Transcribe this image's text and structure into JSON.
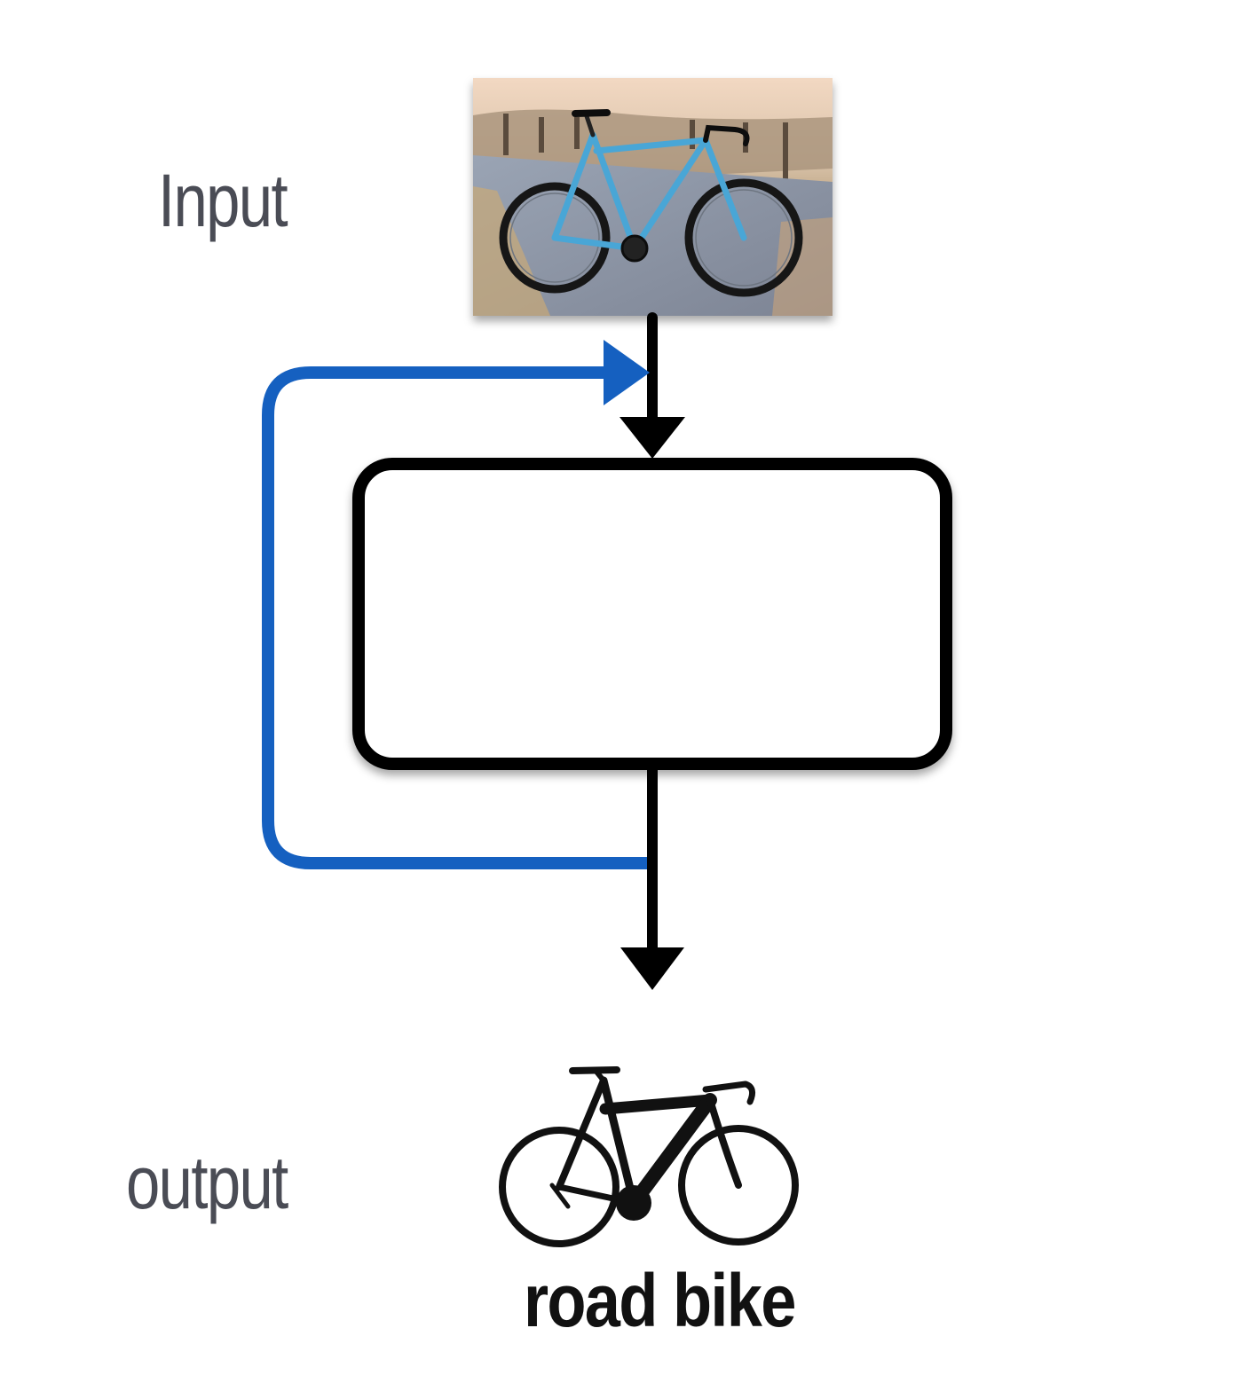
{
  "labels": {
    "input": "Input",
    "output": "output",
    "caption": "road bike"
  },
  "icons": {
    "input_image": "bicycle-photo",
    "output_icon": "bicycle-icon"
  },
  "colors": {
    "feedback_arrow": "#1560c0",
    "flow_arrow": "#000000",
    "label_text": "#4a4c55",
    "bike_frame": "#4aa6d6"
  }
}
